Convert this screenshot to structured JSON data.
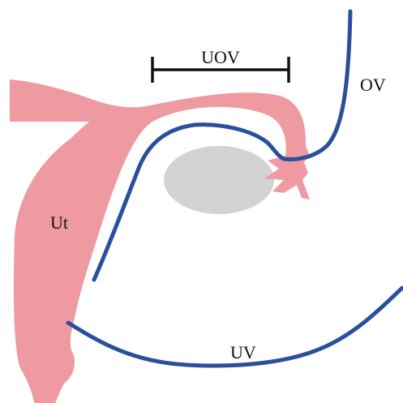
{
  "labels": {
    "uov": "UOV",
    "ov": "OV",
    "ut": "Ut",
    "uv": "UV"
  },
  "colors": {
    "uterus": "#ee9aa0",
    "vessel": "#2a4f9c",
    "ovary": "#d3d3d3",
    "scale_bar": "#111111"
  }
}
